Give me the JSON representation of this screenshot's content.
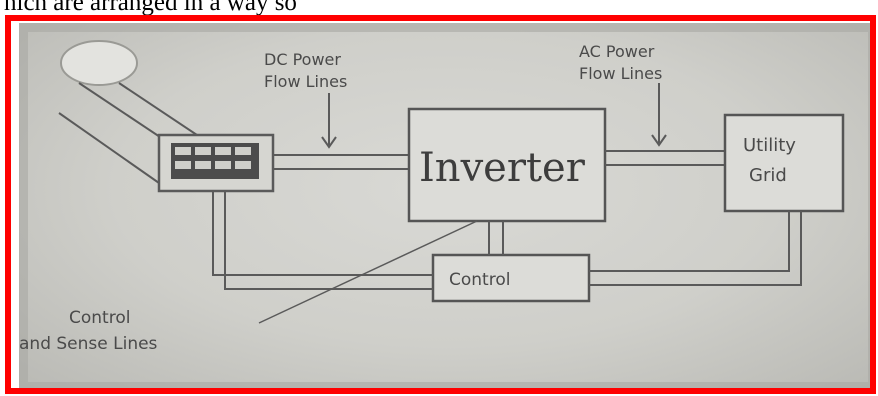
{
  "caption_fragment": "hich are arranged in a way so",
  "diagram": {
    "dc_label": [
      "DC Power",
      "Flow Lines"
    ],
    "ac_label": [
      "AC Power",
      "Flow Lines"
    ],
    "inverter": "Inverter",
    "utility": [
      "Utility",
      "Grid"
    ],
    "control": "Control",
    "control_lines": [
      "Control",
      "and Sense Lines"
    ]
  }
}
